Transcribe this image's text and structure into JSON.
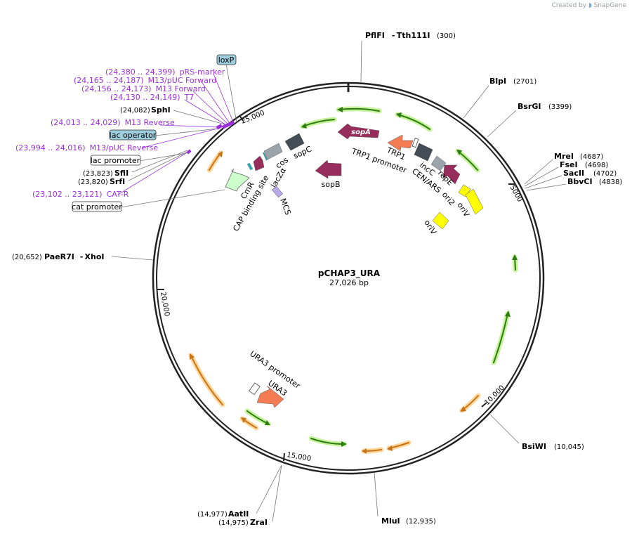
{
  "credit": {
    "prefix": "Created by",
    "brand": "SnapGene"
  },
  "plasmid": {
    "name": "pCHAP3_URA",
    "length_label": "27,026 bp",
    "length": 27026
  },
  "ticks": [
    {
      "pos": 5000,
      "label": "5000"
    },
    {
      "pos": 10000,
      "label": "10,000"
    },
    {
      "pos": 15000,
      "label": "15,000"
    },
    {
      "pos": 20000,
      "label": "20,000"
    },
    {
      "pos": 25000,
      "label": "25,000"
    }
  ],
  "sites": [
    {
      "name": "PflFI",
      "name2": "Tth111I",
      "pos_label": "(300)"
    },
    {
      "name": "BlpI",
      "pos_label": "(2701)"
    },
    {
      "name": "BsrGI",
      "pos_label": "(3399)"
    },
    {
      "name": "MreI",
      "pos_label": "(4687)"
    },
    {
      "name": "FseI",
      "pos_label": "(4698)"
    },
    {
      "name": "SacII",
      "pos_label": "(4702)"
    },
    {
      "name": "BbvCI",
      "pos_label": "(4838)"
    },
    {
      "name": "BsiWI",
      "pos_label": "(10,045)"
    },
    {
      "name": "MluI",
      "pos_label": "(12,935)"
    },
    {
      "name": "AatII",
      "pos_label": "(14,977)"
    },
    {
      "name": "ZraI",
      "pos_label": "(14,975)"
    },
    {
      "name": "PaeR7I",
      "name2": "XhoI",
      "pos_label": "(20,652)"
    },
    {
      "name": "SrfI",
      "pos_label": "(23,820)"
    },
    {
      "name": "SfiI",
      "pos_label": "(23,823)"
    },
    {
      "name": "SphI",
      "pos_label": "(24,082)"
    }
  ],
  "primers": [
    {
      "name": "pRS-marker",
      "range": "(24,380 .. 24,399)"
    },
    {
      "name": "M13/pUC Forward",
      "range": "(24,165 .. 24,187)"
    },
    {
      "name": "M13 Forward",
      "range": "(24,156 .. 24,173)"
    },
    {
      "name": "T7",
      "range": "(24,130 .. 24,149)"
    },
    {
      "name": "M13 Reverse",
      "range": "(24,013 .. 24,029)"
    },
    {
      "name": "M13/pUC Reverse",
      "range": "(23,994 .. 24,016)"
    },
    {
      "name": "CAT-R",
      "range": "(23,102 .. 23,121)"
    }
  ],
  "boxed_features": [
    {
      "name": "loxP",
      "style": "blue"
    },
    {
      "name": "lac operator",
      "style": "blue"
    },
    {
      "name": "lac promoter",
      "style": "white"
    },
    {
      "name": "cat promoter",
      "style": "white"
    }
  ],
  "features": {
    "sopA": "sopA",
    "sopB": "sopB",
    "sopC": "sopC",
    "cos": "cos",
    "lacZa": "lacZα",
    "CmR": "CmR",
    "CAP": "CAP binding site",
    "MCS": "MCS",
    "TRP1": "TRP1",
    "TRP1p": "TRP1 promoter",
    "incC": "incC",
    "CENARS": "CEN/ARS",
    "repE": "repE",
    "ori2": "ori2",
    "oriV1": "oriV",
    "oriV2": "oriV",
    "URA3p": "URA3 promoter",
    "URA3": "URA3"
  },
  "colors": {
    "ring": "#222222",
    "orf_green": "#2e7d14",
    "orf_green_glow": "#c6f29a",
    "orf_orange": "#c8741b",
    "orf_orange_glow": "#ffd79a",
    "magenta": "#962d5c",
    "salmon": "#f47b53",
    "dark_gray": "#444c55",
    "gray": "#9ba4ab",
    "yellow": "#ffff00",
    "pale_green": "#ccffcc",
    "primer": "#9b30d9",
    "teal_box": "#9fcfdf"
  }
}
